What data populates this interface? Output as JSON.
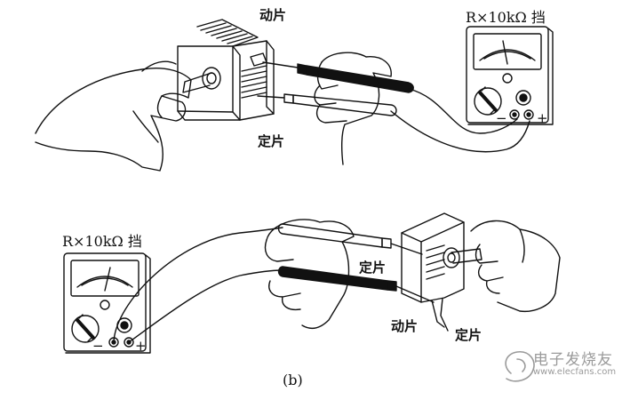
{
  "labels": {
    "moving_plate": "动片",
    "fixed_plate": "定片",
    "range_setting": "R×10kΩ 挡",
    "minus": "−",
    "plus": "+",
    "caption_b": "(b)"
  },
  "watermark": {
    "cn": "电子发烧友",
    "en": "www.elecfans.com"
  },
  "colors": {
    "ink": "#111111",
    "paper": "#ffffff",
    "watermark": "#9a9a9a"
  }
}
